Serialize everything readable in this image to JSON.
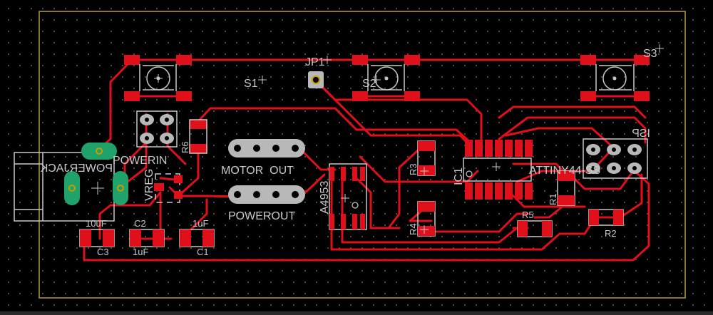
{
  "app": {
    "view": "EAGLE board editor - PCB layout"
  },
  "colors": {
    "background": "#000000",
    "grid": "#5a5a5a",
    "board_outline": "#b59a3c",
    "copper": "#e0101a",
    "silkscreen": "#c8c8c8",
    "pad": "#b8b8b8",
    "via_ring": "#cc9a00"
  },
  "labels": {
    "jp1": "JP1",
    "s1": "S1",
    "s2": "S2",
    "s3": "S3",
    "powerin": "POWERIN",
    "powerjack": "POWERJACK",
    "vreg": "VREG",
    "r6": "R6",
    "motor_out": "MOTOR  OUT",
    "powerout": "POWEROUT",
    "a4953": "A4953",
    "r3": "R3",
    "r4": "R4",
    "ic1": "IC1",
    "attiny": "ATTINY44-SS",
    "isp": "ISP",
    "r1": "R1",
    "r5": "R5",
    "r2": "R2",
    "c3_value": "10uF",
    "c3": "C3",
    "c2": "C2",
    "c2_value": "1uF",
    "c1_value": "1uF",
    "c1": "C1"
  }
}
